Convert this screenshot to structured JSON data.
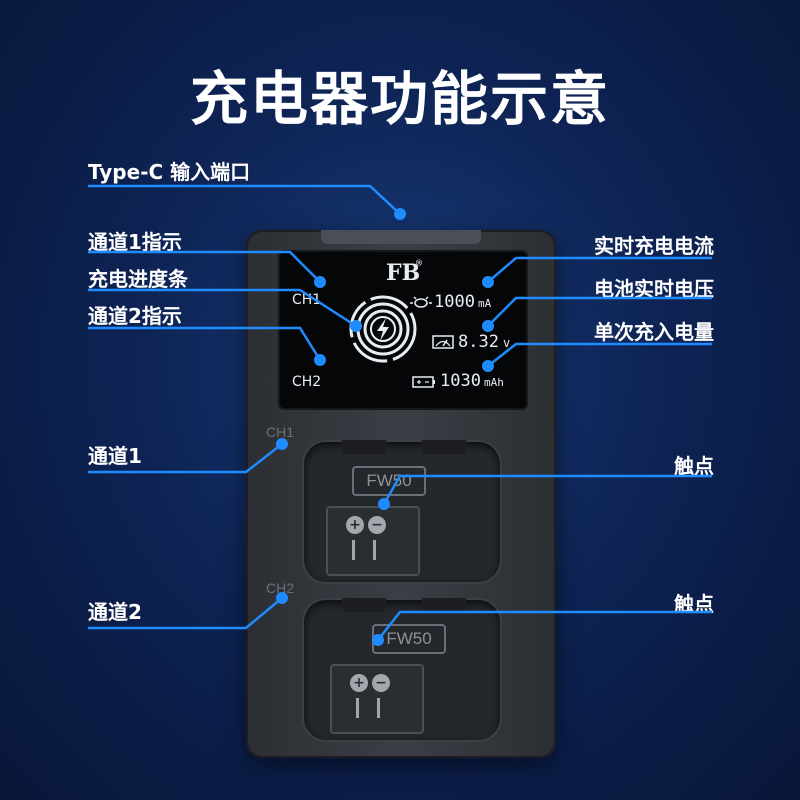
{
  "title": "充电器功能示意",
  "labels": {
    "type_c": "Type-C 输入端口",
    "ch1_indicator": "通道1指示",
    "progress_bar": "充电进度条",
    "ch2_indicator": "通道2指示",
    "realtime_current": "实时充电电流",
    "battery_voltage": "电池实时电压",
    "single_charge": "单次充入电量",
    "channel1": "通道1",
    "contact1": "触点",
    "channel2": "通道2",
    "contact2": "触点"
  },
  "screen": {
    "logo": "FB",
    "logo_reg": "®",
    "ch1": "CH1",
    "ch2": "CH2",
    "current_value": "1000",
    "current_unit": "mA",
    "voltage_value": "8.32",
    "voltage_unit": "v",
    "capacity_value": "1030",
    "capacity_unit": "mAh"
  },
  "device": {
    "slot1_label": "CH1",
    "slot2_label": "CH2",
    "battery_model_1": "FW50",
    "battery_model_2": "FW50",
    "plus": "+",
    "minus": "−"
  },
  "colors": {
    "accent": "#1e8cff",
    "background": "#0e2455",
    "text": "#ffffff"
  }
}
